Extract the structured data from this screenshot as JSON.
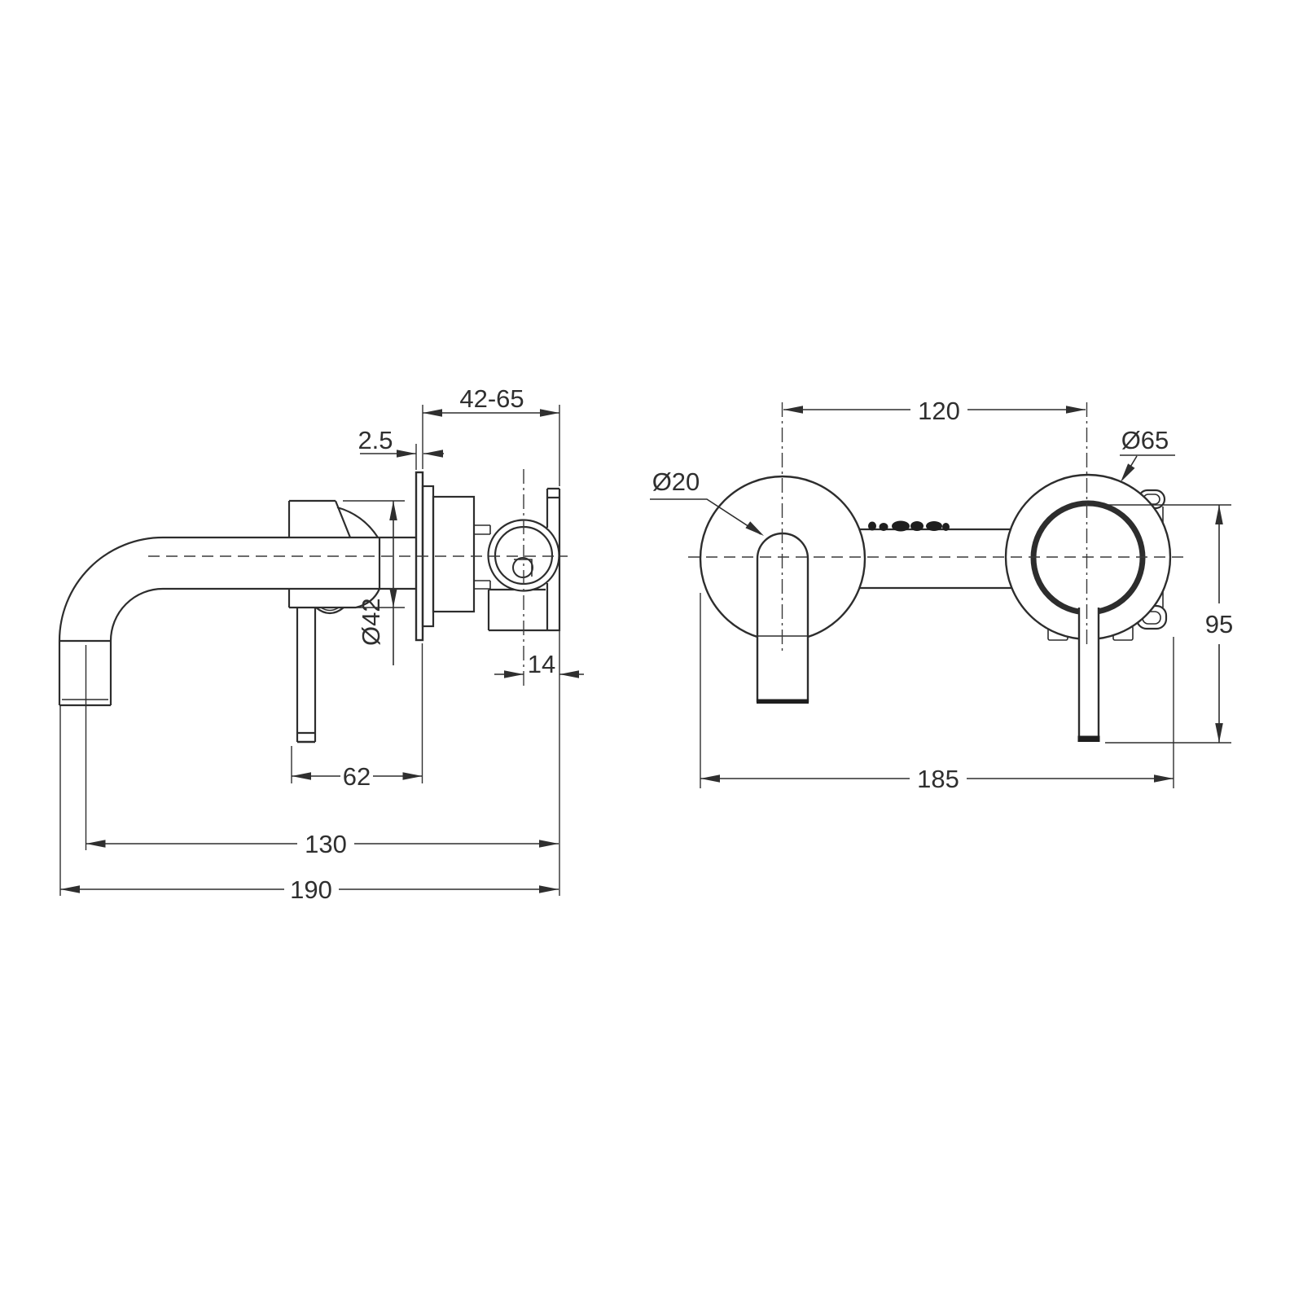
{
  "drawing": {
    "background_color": "#ffffff",
    "line_color": "#2d2d2d",
    "text_color": "#2f2f2f"
  },
  "side_view": {
    "dimensions": {
      "wall_depth_range": "42-65",
      "plate_thickness": "2.5",
      "body_diameter": "Ø42",
      "centre_to_bracket": "14",
      "lever_to_plate": "62",
      "outlet_centre_reach": "130",
      "overall_reach": "190"
    }
  },
  "front_view": {
    "dimensions": {
      "hole_centres": "120",
      "escutcheon_diameter": "Ø65",
      "spout_diameter": "Ø20",
      "handle_drop": "95",
      "overall_width": "185"
    }
  },
  "branding": {
    "wordmark_visible": true,
    "wordmark_legible": false
  }
}
